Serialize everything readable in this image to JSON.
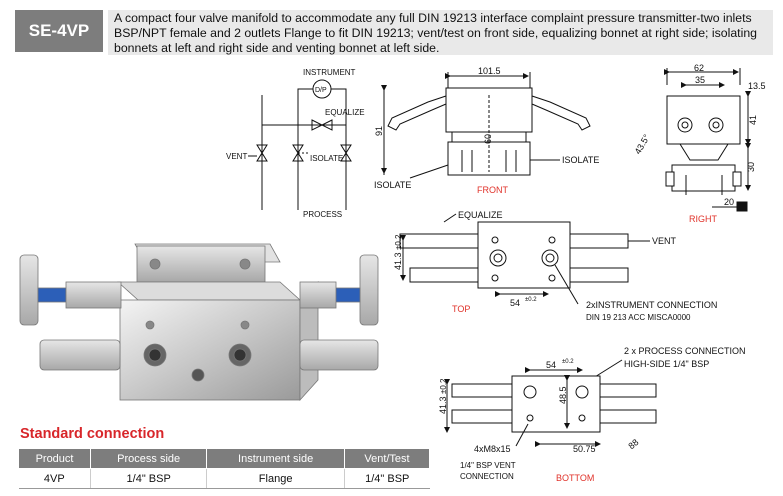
{
  "header": {
    "model": "SE-4VP",
    "description": "A compact four valve manifold to accommodate any full DIN 19213 interface complaint pressure transmitter-two inlets BSP/NPT female and 2 outlets Flange to fit DIN 19213; vent/test on front side, equalizing bonnet at right side; isolating bonnets at left and right side and venting bonnet at left side."
  },
  "schematic": {
    "instrument": "INSTRUMENT",
    "equalize": "EQUALIZE",
    "vent": "VENT",
    "isolate": "ISOLATE",
    "process": "PROCESS",
    "gauge_symbol": "D/P"
  },
  "front_view": {
    "title": "FRONT",
    "dim_width": "101.5",
    "dim_height": "91",
    "dim_inner": "60",
    "isolate_left": "ISOLATE",
    "isolate_right": "ISOLATE"
  },
  "right_view": {
    "title": "RIGHT",
    "dim_62": "62",
    "dim_35": "35",
    "dim_13_5": "13.5",
    "dim_41": "41",
    "dim_30": "30",
    "dim_20": "20",
    "angle": "43.5°"
  },
  "top_view": {
    "title": "TOP",
    "equalize": "EQUALIZE",
    "vent": "VENT",
    "dim_41_3": "41.3",
    "tol_41_3": "±0.2",
    "dim_54": "54",
    "tol_54": "±0.2",
    "connection": "2xINSTRUMENT CONNECTION",
    "connection_spec": "DIN 19 213 ACC MISCA0000"
  },
  "bottom_view": {
    "title": "BOTTOM",
    "process_conn_1": "2 x PROCESS CONNECTION",
    "process_conn_2": "HIGH-SIDE 1/4\" BSP",
    "dim_54": "54",
    "tol_54": "±0.2",
    "dim_41_3": "41.3",
    "tol_41_3": "±0.2",
    "dim_48_5": "48.5",
    "dim_50_75": "50.75",
    "dim_88": "88",
    "bolts": "4xM8x15",
    "vent_conn_1": "1/4\" BSP VENT",
    "vent_conn_2": "CONNECTION"
  },
  "standard": {
    "title": "Standard connection",
    "columns": [
      "Product",
      "Process side",
      "Instrument side",
      "Vent/Test"
    ],
    "rows": [
      [
        "4VP",
        "1/4\" BSP",
        "Flange",
        "1/4\" BSP"
      ]
    ]
  },
  "colors": {
    "badge": "#7d7d7d",
    "accent_red": "#e0322a",
    "desc_bg": "#e9e9e9"
  }
}
